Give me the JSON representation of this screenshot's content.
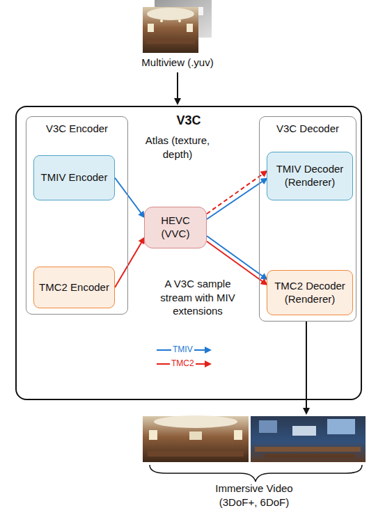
{
  "diagram": {
    "nodes": [
      {
        "text": [
          "V3C"
        ]
      },
      {
        "text": [
          "V3C Encoder"
        ],
        "in": 0
      },
      {
        "text": [
          "TMIV Encoder"
        ],
        "in": 1
      },
      {
        "text": [
          "TMC2 Encoder"
        ],
        "in": 1
      },
      {
        "text": [
          "HEVC (VVC)"
        ],
        "in": 0
      },
      {
        "text": [
          "V3C Decoder"
        ],
        "in": 0
      },
      {
        "text": [
          "TMIV Decoder (Renderer)"
        ],
        "in": 5
      },
      {
        "text": [
          "TMC2 Decoder (Renderer)"
        ],
        "in": 5
      }
    ],
    "edges": [
      {
        "from": 2,
        "to": 4,
        "arrow": "to"
      },
      {
        "from": 3,
        "to": 4,
        "arrow": "to"
      },
      {
        "from": 4,
        "to": 6,
        "arrow": "to"
      },
      {
        "from": 4,
        "to": 6,
        "arrow": "to"
      },
      {
        "from": 4,
        "to": 7,
        "arrow": "to"
      },
      {
        "from": 4,
        "to": 7,
        "arrow": "to"
      }
    ],
    "labels": [
      "Multiview (.yuv)",
      "Atlas (texture, depth)",
      "A V3C sample stream with MIV extensions",
      "Immersive Video (3DoF+, 6DoF)"
    ],
    "legend": [
      {
        "text": "TMIV"
      },
      {
        "text": "TMC2"
      }
    ]
  }
}
